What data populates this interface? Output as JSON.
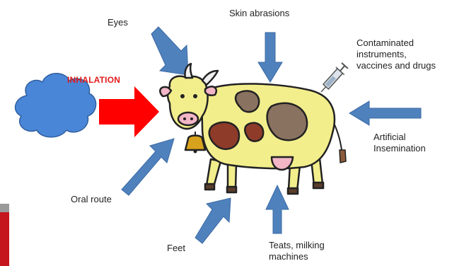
{
  "routes": {
    "eyes": "Eyes",
    "skin": "Skin abrasions",
    "instruments": [
      "Contaminated",
      "instruments,",
      "vaccines and drugs"
    ],
    "inhalation": "INHALATION",
    "insemination": [
      "Artificial",
      "Insemination"
    ],
    "oral": "Oral route",
    "feet": "Feet",
    "teats": [
      "Teats, milking",
      "machines"
    ]
  },
  "colors": {
    "arrow_blue": "#4f81bd",
    "arrow_red": "#ff0000",
    "cloud": "#4a86d8",
    "cow_body": "#f3ee8c",
    "cow_spot": "#8a7260",
    "cow_spot_red": "#8e3b2a",
    "udder": "#f2b6c6"
  }
}
